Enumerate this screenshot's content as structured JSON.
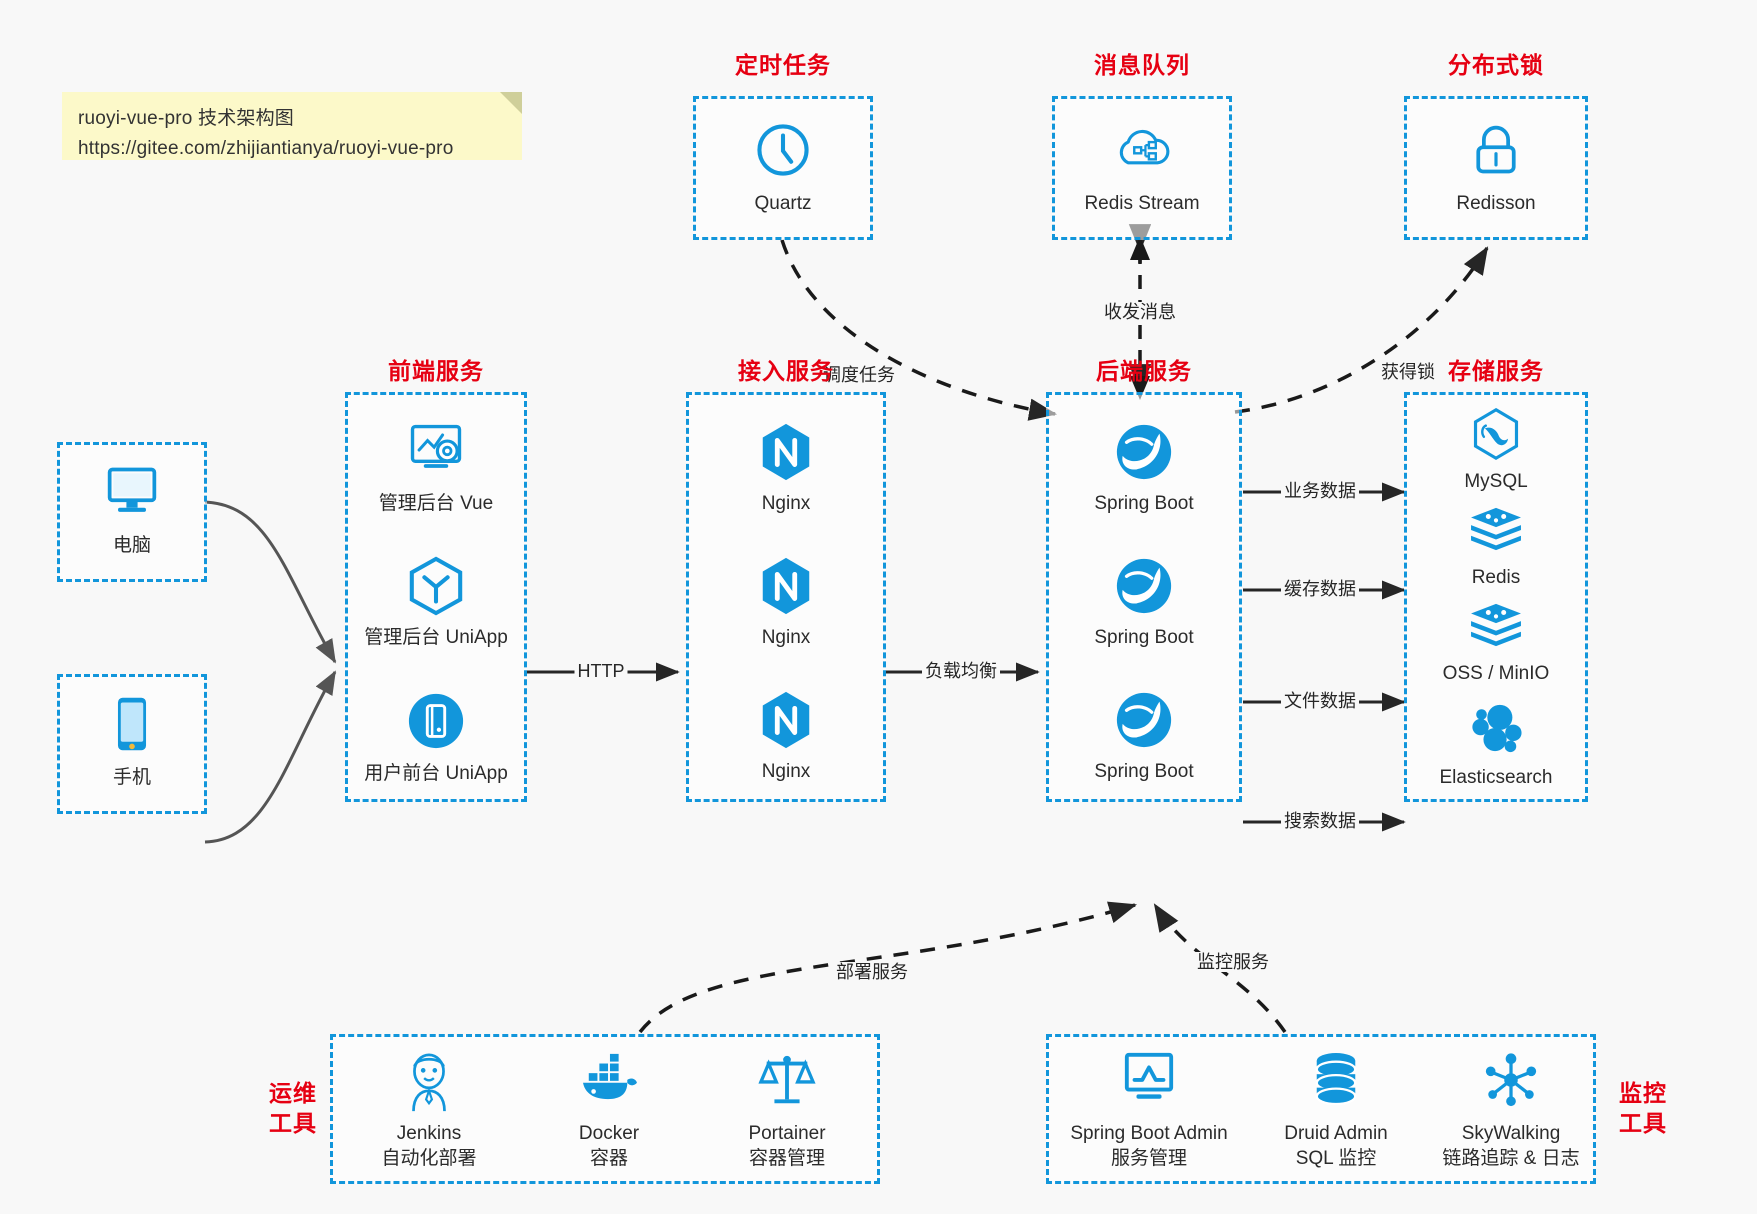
{
  "note": {
    "title": "ruoyi-vue-pro 技术架构图",
    "url": "https://gitee.com/zhijiantianya/ruoyi-vue-pro"
  },
  "colors": {
    "accent": "#1296db",
    "caption": "#e60012",
    "arrow": "#262626",
    "curve": "#555555",
    "background": "#f8f8f8",
    "note_bg": "#fcf9c9"
  },
  "groups": {
    "scheduler": {
      "caption": "定时任务",
      "nodes": [
        {
          "label": "Quartz",
          "icon": "clock-icon"
        }
      ]
    },
    "mq": {
      "caption": "消息队列",
      "nodes": [
        {
          "label": "Redis Stream",
          "icon": "cloud-stream-icon"
        }
      ]
    },
    "lock": {
      "caption": "分布式锁",
      "nodes": [
        {
          "label": "Redisson",
          "icon": "lock-icon"
        }
      ]
    },
    "client_pc": {
      "caption": "",
      "nodes": [
        {
          "label": "电脑",
          "icon": "desktop-icon"
        }
      ]
    },
    "client_mobile": {
      "caption": "",
      "nodes": [
        {
          "label": "手机",
          "icon": "phone-icon"
        }
      ]
    },
    "frontend": {
      "caption": "前端服务",
      "nodes": [
        {
          "label": "管理后台 Vue",
          "icon": "dashboard-gear-icon"
        },
        {
          "label": "管理后台 UniApp",
          "icon": "cube-icon"
        },
        {
          "label": "用户前台 UniApp",
          "icon": "mobile-app-icon"
        }
      ]
    },
    "gateway": {
      "caption": "接入服务",
      "nodes": [
        {
          "label": "Nginx",
          "icon": "nginx-icon"
        },
        {
          "label": "Nginx",
          "icon": "nginx-icon"
        },
        {
          "label": "Nginx",
          "icon": "nginx-icon"
        }
      ]
    },
    "backend": {
      "caption": "后端服务",
      "nodes": [
        {
          "label": "Spring Boot",
          "icon": "spring-leaf-icon"
        },
        {
          "label": "Spring Boot",
          "icon": "spring-leaf-icon"
        },
        {
          "label": "Spring Boot",
          "icon": "spring-leaf-icon"
        }
      ]
    },
    "storage": {
      "caption": "存储服务",
      "nodes": [
        {
          "label": "MySQL",
          "icon": "mysql-dolphin-icon"
        },
        {
          "label": "Redis",
          "icon": "redis-stack-icon"
        },
        {
          "label": "OSS / MinIO",
          "icon": "oss-stack-icon"
        },
        {
          "label": "Elasticsearch",
          "icon": "elasticsearch-icon"
        }
      ]
    },
    "devops": {
      "caption": "运维\n工具",
      "caption_line1": "运维",
      "caption_line2": "工具",
      "nodes": [
        {
          "label": "Jenkins",
          "sublabel": "自动化部署",
          "icon": "jenkins-butler-icon"
        },
        {
          "label": "Docker",
          "sublabel": "容器",
          "icon": "docker-whale-icon"
        },
        {
          "label": "Portainer",
          "sublabel": "容器管理",
          "icon": "scales-icon"
        }
      ]
    },
    "monitoring": {
      "caption_line1": "监控",
      "caption_line2": "工具",
      "nodes": [
        {
          "label": "Spring Boot Admin",
          "sublabel": "服务管理",
          "icon": "monitor-chart-icon"
        },
        {
          "label": "Druid Admin",
          "sublabel": "SQL 监控",
          "icon": "database-icon"
        },
        {
          "label": "SkyWalking",
          "sublabel": "链路追踪 & 日志",
          "icon": "network-nodes-icon"
        }
      ]
    }
  },
  "edges": [
    {
      "id": "http",
      "label": "HTTP"
    },
    {
      "id": "lb",
      "label": "负载均衡"
    },
    {
      "id": "schedule",
      "label": "调度任务"
    },
    {
      "id": "mq-msg",
      "label": "收发消息"
    },
    {
      "id": "acquire-lock",
      "label": "获得锁"
    },
    {
      "id": "biz-data",
      "label": "业务数据"
    },
    {
      "id": "cache-data",
      "label": "缓存数据"
    },
    {
      "id": "file-data",
      "label": "文件数据"
    },
    {
      "id": "search-data",
      "label": "搜索数据"
    },
    {
      "id": "deploy-service",
      "label": "部署服务"
    },
    {
      "id": "monitor-service",
      "label": "监控服务"
    }
  ]
}
